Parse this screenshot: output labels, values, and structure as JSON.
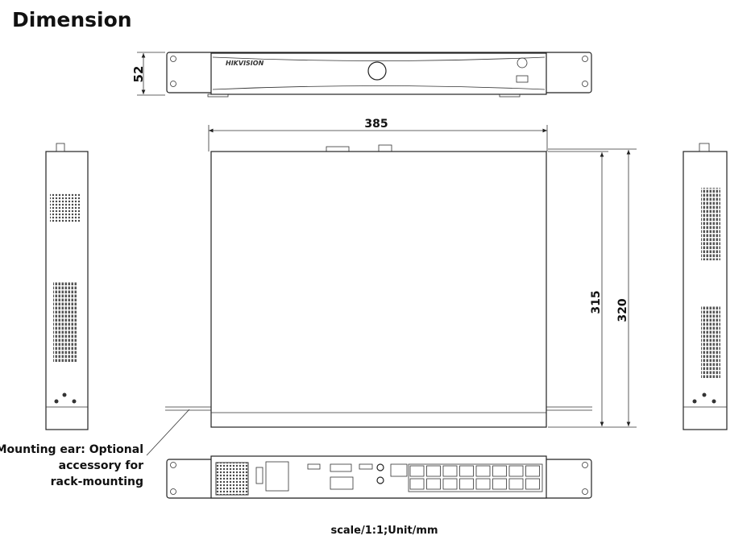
{
  "title": "Dimension",
  "front_view": {
    "brand": "HIKVISION",
    "height_label": "52"
  },
  "top_view": {
    "width_label": "385",
    "depth_body_label": "315",
    "depth_total_label": "320"
  },
  "note": {
    "lines": [
      "Mounting ear: Optional",
      "accessory for",
      "rack-mounting"
    ]
  },
  "scale": "scale/1:1;Unit/mm"
}
